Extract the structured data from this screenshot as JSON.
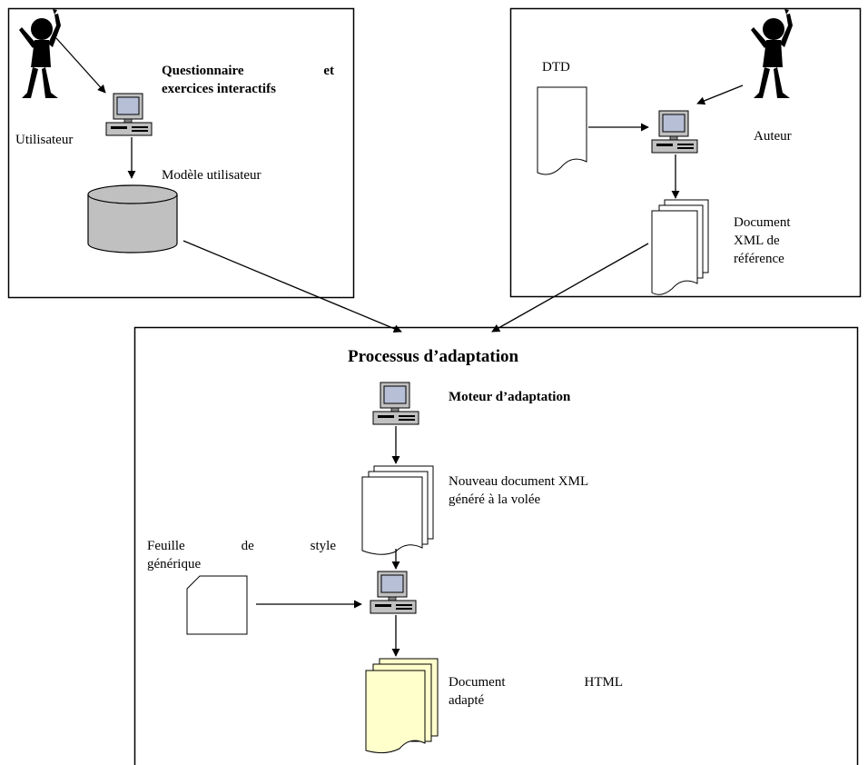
{
  "boxes": {
    "user_box": {
      "title_line1": "Questionnaire",
      "title_line1_word2": "et",
      "title_line2": "exercices interactifs",
      "actor_label": "Utilisateur",
      "db_label": "Modèle utilisateur"
    },
    "author_box": {
      "dtd_label": "DTD",
      "actor_label": "Auteur",
      "doc_label_line1": "Document",
      "doc_label_line2": "XML de",
      "doc_label_line3": "référence"
    },
    "process_box": {
      "title": "Processus d’adaptation",
      "engine_label": "Moteur d’adaptation",
      "new_doc_line1": "Nouveau document XML",
      "new_doc_line2": "généré à la volée",
      "stylesheet_w1": "Feuille",
      "stylesheet_w2": "de",
      "stylesheet_w3": "style",
      "stylesheet_line2": "générique",
      "output_w1": "Document",
      "output_w2": "HTML",
      "output_line2": "adapté"
    }
  },
  "colors": {
    "database_fill": "#c0c0c0",
    "output_doc_fill": "#ffffcc",
    "computer_monitor": "#c0c0c0",
    "screen": "#b7bfd6"
  }
}
